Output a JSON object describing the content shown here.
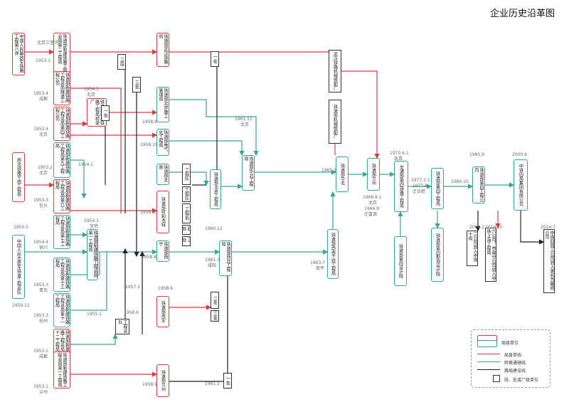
{
  "title": "企业历史沿革图",
  "colors": {
    "red": "#e2383c",
    "teal": "#3aa39a",
    "black": "#222222"
  },
  "nodes": {
    "n_pla8": "中国人民解放军铁路工程第八师",
    "n_tw2": "铁道部新建铁路工程总局第二工程局",
    "n_wuhan": "铁道部武汉铁路局",
    "n_tw3": "铁道部新建铁路工程总局隧道工程公司",
    "n_tw4": "铁道部新建铁路工程总局第四工程公司",
    "n_bj_br": "铁道部新建铁路工程局桥梁厂",
    "n_bj_dept": "铁道部北京施工管理局",
    "n_tw9": "铁道部新建铁路工程局第九工程局",
    "n_elec": "铁道部电气化工程局",
    "n_cj": "铁道部新建铁路工程总局第六工程局",
    "n_nw_rail": "西北铁路干线工程局",
    "n_tw6": "铁道部新建铁路工程总局第六工程局",
    "n_taiyuan": "铁道部太原",
    "n_huhe": "铁道部呼和浩特",
    "n_tw7": "铁道部新建铁路工程总局第七工程局",
    "n_total1": "铁道部新建铁路工程总局第一工程局",
    "n_xining": "铁道部西宁",
    "n_pla_rail": "中国人民志愿军铁道工程总队",
    "n_tw10": "铁道部新建铁路工程总局第十工程局",
    "n_tw11": "铁道部新建铁路工程总局第十一工程局",
    "n_tw12": "铁道部新建铁路工程总局第十二工程局",
    "n_lanzhou": "铁道部新建铁路工程总局第一工程局",
    "n_xian": "铁道部西安",
    "n_lz_bur": "铁道部兰州",
    "n_north_eng": "铁道部北京工程局",
    "n_huabei": "铁道部华北工程局",
    "n_xibei": "铁道部西北工程局",
    "n_south": "铁道部西南干线工程局",
    "n_lzh": "铁道部兰州",
    "n_wh_fac": "武汉铁路机械修配厂",
    "n_tl_fac": "铁道部机械修配厂",
    "n_wh_dev": "铁道部第四设计院",
    "n_hx": "铁道部华北",
    "n_hd4": "交通部第四铁路工程局",
    "n_t4": "铁道部第四工程局",
    "n_t4c": "铁道部第四工程公司",
    "n_ccb": "中铁四局集团有限公司",
    "n_design": "铁道部第四勘测设计院",
    "n_design2": "铁道部第四设计院",
    "n_6co": "六公司、市政分公司划入中铁上海工程局",
    "n_3co": "三公司划入中铁十局",
    "n_last": "中铁四局三公司划入更名为路桥公司"
  },
  "cnodes": {
    "c_sanduan": "三段",
    "c_sanchu": "三处",
    "c_yichu": "一处",
    "c_yichu2": "一处",
    "c_yichu3": "一处",
    "c_gc_lines": [
      "工程处",
      "工程队",
      "线桥队",
      "工程队",
      "工程段"
    ],
    "c_gongluo": "工程处",
    "c_gc_a": "工程队",
    "c_gc_b": "工程队",
    "c_sichu": "四处",
    "c_sanchu2": "三处",
    "c_erchu": "二处",
    "c_sanchu3": "三处",
    "c_gongbao": "工程总队"
  },
  "notes": {
    "t_1953_1": "1953.1",
    "t_beijing_sanlihe": "北京三里河",
    "t_1953_4a": "1953.4",
    "t_chengdu": "成都",
    "t_1954_1": "1954.1",
    "t_beijing": "北京",
    "t_1953_4b": "1953.4",
    "t_bj2": "北京",
    "t_1958_9": "1958.9",
    "t_1958_10": "1958.10",
    "t_1953_2": "1953.2",
    "t_bj3": "北京",
    "t_1954_1b": "1954.1",
    "t_1953_3": "1953.3",
    "t_baotou": "包头",
    "t_1950_5": "1950.5",
    "t_1958_10b": "1958.10",
    "t_1954_1c": "1954.1",
    "t_baoji": "宝鸡",
    "t_1954_4": "1954.4",
    "t_tongchuan": "铜川",
    "t_1958_8": "1958.8",
    "t_1950_11": "1950.11",
    "t_1953_3b": "1953.3",
    "t_qingdao": "青岛",
    "t_1957_3": "1957.3",
    "t_1953_3c": "1953.3",
    "t_hangzhou": "杭州",
    "t_1955_1": "1955.1",
    "t_1956_6": "1956.6",
    "t_1953_1b": "1953.1",
    "t_chengdu2": "成都",
    "t_1958_9b": "1958.9",
    "t_1953_1c": "1953.1",
    "t_lanzhou": "兰州",
    "t_1958_9c": "1958.9",
    "t_1961_1": "1961.1",
    "t_1961_11": "1961.11",
    "t_beijing4": "北京",
    "t_1960_12": "1960.12",
    "t_1961_1b": "1961.1",
    "t_xianyang": "咸阳",
    "t_1963_7": "1963.7",
    "t_nanping": "南平",
    "t_1965_1": "1965.1",
    "t_1966_8": "1966.8.1",
    "t_bj5": "北京",
    "t_1966_9": "1966.9",
    "t_qianfu": "迁富源",
    "t_1970_6": "1970.6.1",
    "t_wuchang": "武昌",
    "t_1977_1": "1977.1.1",
    "t_1977_6": "1977.6",
    "t_hefei": "迁合肥",
    "t_1984_10": "1984.10",
    "t_1985_9": "1985.9",
    "t_2000_6": "2000.6",
    "t_2004_1": "2004.1",
    "t_2010_10": "2010.10",
    "t_2014_7": "2014.7"
  },
  "legend": {
    "unit_label": "局级单位",
    "red_line": "局直单线",
    "teal_line": "转换通辖线",
    "black_line": "路局建设线",
    "box_label": "段、处或厂级单位"
  }
}
